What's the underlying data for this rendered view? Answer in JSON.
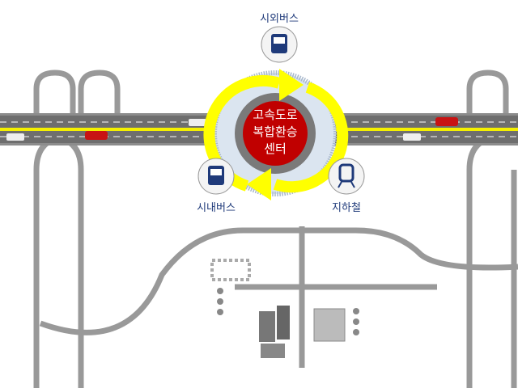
{
  "center_label": [
    "고속도로",
    "복합환승",
    "센터"
  ],
  "nodes": {
    "intercity_bus": "시외버스",
    "city_bus": "시내버스",
    "subway": "지하철"
  },
  "colors": {
    "road": "#8a8a8a",
    "highway_center_line": "#f4f000",
    "hub": "#c00000",
    "arrow": "#ffff00",
    "icon": "#1f3a7a"
  }
}
